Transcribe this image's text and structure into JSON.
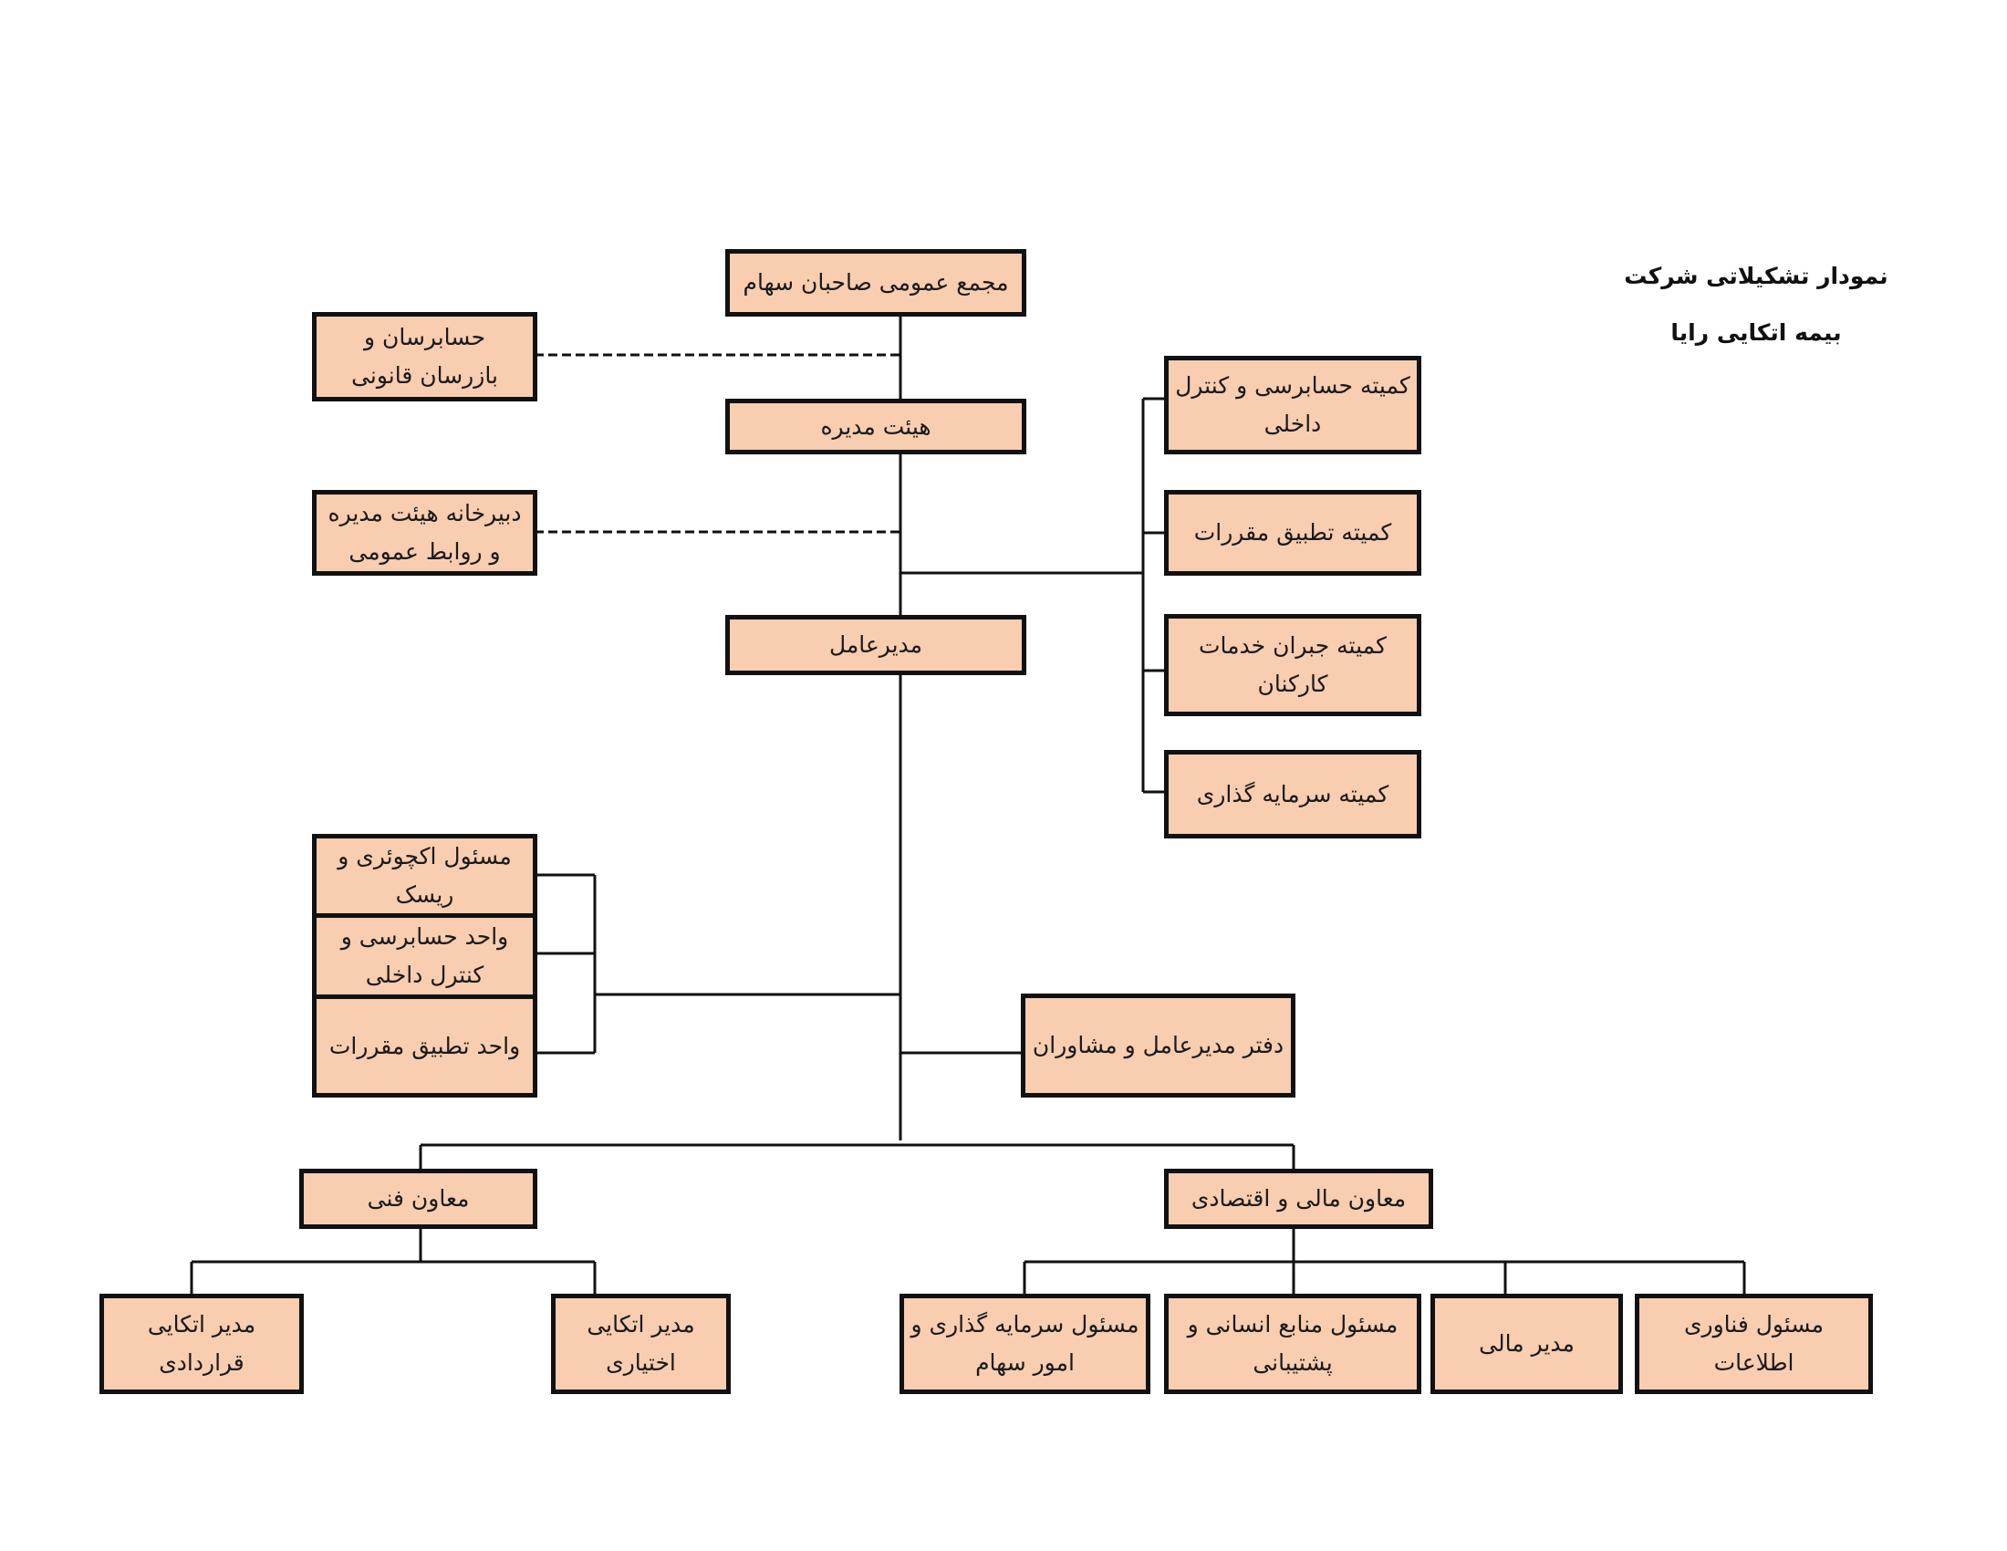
{
  "title": {
    "line1": "نمودار تشکیلاتی شرکت",
    "line2": "بیمه اتکایی رایا"
  },
  "nodes": {
    "general_assembly": "مجمع عمومی صاحبان سهام",
    "auditors": "حسابرسان و بازرسان قانونی",
    "board": "هیئت مدیره",
    "board_secretariat": "دبیرخانه هیئت مدیره و روابط عمومی",
    "ceo": "مدیرعامل",
    "committee_audit": "کمیته حسابرسی و کنترل داخلی",
    "committee_compliance": "کمیته تطبیق مقررات",
    "committee_compensation": "کمیته جبران خدمات کارکنان",
    "committee_investment": "کمیته سرمایه گذاری",
    "actuary_risk": "مسئول اکچوئری و ریسک",
    "internal_audit_unit": "واحد حسابرسی و کنترل داخلی",
    "compliance_unit": "واحد تطبیق مقررات",
    "ceo_office": "دفتر مدیرعامل و مشاوران",
    "deputy_technical": "معاون فنی",
    "deputy_finance": "معاون مالی و اقتصادی",
    "treaty_manager": "مدیر اتکایی قراردادی",
    "facultative_manager": "مدیر اتکایی اختیاری",
    "investment_officer": "مسئول سرمایه گذاری و امور سهام",
    "hr_officer": "مسئول منابع انسانی و پشتیبانی",
    "finance_manager": "مدیر مالی",
    "it_officer": "مسئول فناوری اطلاعات"
  },
  "colors": {
    "box_fill": "#f8cdb0",
    "border": "#111111"
  }
}
